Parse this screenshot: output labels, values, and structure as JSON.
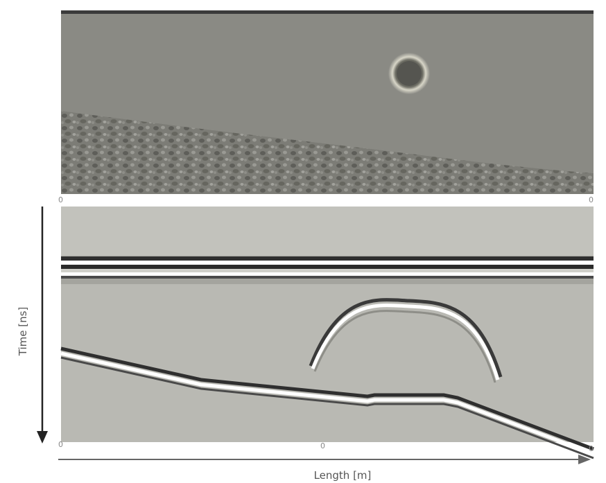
{
  "figure": {
    "axes": {
      "x_label": "Length [m]",
      "y_label": "Time [ns]",
      "x_ticks": [
        "0",
        "0",
        "0"
      ],
      "x_ticks_top": [
        "0",
        "0"
      ]
    },
    "top_panel": {
      "description_kind": "ground model",
      "target": "buried object"
    },
    "bottom_panel": {
      "description_kind": "radargram",
      "features": [
        "direct wave",
        "hyperbola",
        "layer reflection"
      ]
    },
    "colors": {
      "soil": "#8a8a84",
      "gravel": "#6e6e68",
      "radargram_bg": "#b9b9b3",
      "dark_band": "#3a3a3a",
      "bright_band": "#ffffff"
    }
  }
}
